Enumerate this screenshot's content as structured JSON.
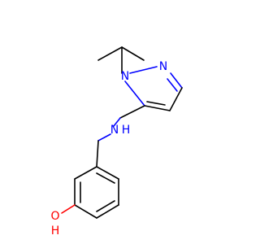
{
  "atoms": {
    "n1": {
      "label": "N",
      "color": "#0000ff"
    },
    "n2": {
      "label": "N",
      "color": "#0000ff"
    },
    "nh": {
      "label": "N",
      "color": "#0000ff"
    },
    "nh_h": {
      "label": "H",
      "color": "#0000ff"
    },
    "oh_o": {
      "label": "O",
      "color": "#ff0000"
    },
    "oh_h": {
      "label": "H",
      "color": "#ff0000"
    }
  },
  "colors": {
    "bond": "#000000",
    "nitrogen": "#0000ff",
    "oxygen": "#ff0000",
    "background": "#ffffff"
  }
}
